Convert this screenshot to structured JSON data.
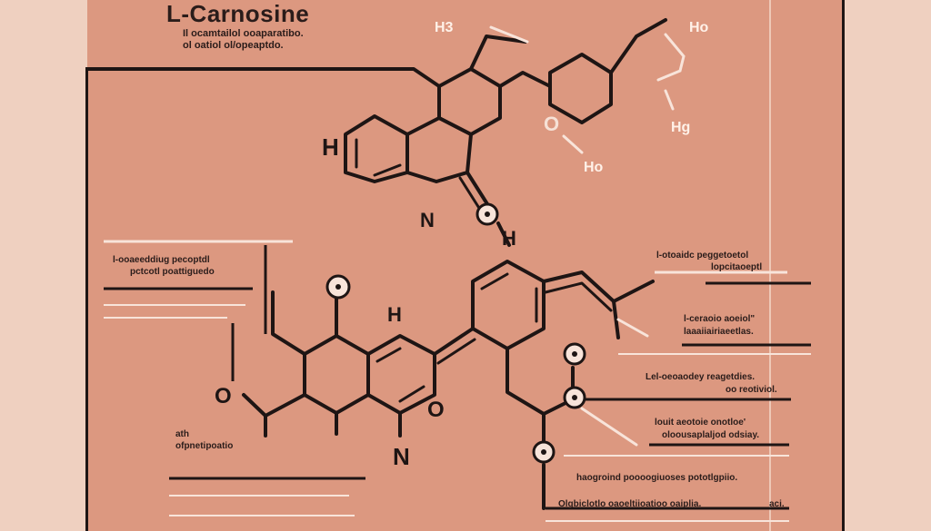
{
  "title": "L-Carnosine",
  "subtitle_lines": [
    "Il ocamtailol ooaparatibo.",
    "ol oatiol ol/opeaptdo."
  ],
  "atom_labels": {
    "h3": "H3",
    "ho_top": "Ho",
    "hg": "Hg",
    "ho_mid": "Ho",
    "h_left": "H",
    "n_mid": "N",
    "h_link": "H",
    "h_lower": "H",
    "o_left": "O",
    "o_ring": "O",
    "n_bottom": "N"
  },
  "left_annotations": {
    "top_box": [
      "l-ooaeeddiug pecoptdl",
      "pctcotl poattiguedo"
    ],
    "bottom": [
      "ath",
      "ofpnetipoatio"
    ]
  },
  "right_annotations": [
    [
      "l-otoaidc peggetoetol",
      "lopcitaoeptl"
    ],
    [
      "l-ceraoio aoeiol\"",
      "laaaiiairiaeetlas."
    ],
    [
      "Lel-oeoaodey reagetdies.",
      "oo reotiviol."
    ],
    [
      "louit aeotoie onotloe'",
      "oloousaplaljod odsiay."
    ],
    [
      "haogroind poooogiuoses pototlgpiio.",
      ""
    ],
    [
      "Olgbiclotlo oaoeltiioatioo oaiplia.",
      "aci."
    ]
  ],
  "colors": {
    "background": "#efd0c0",
    "panel": "#dc9880",
    "ink": "#1e1514",
    "highlight": "#f8e4da"
  }
}
